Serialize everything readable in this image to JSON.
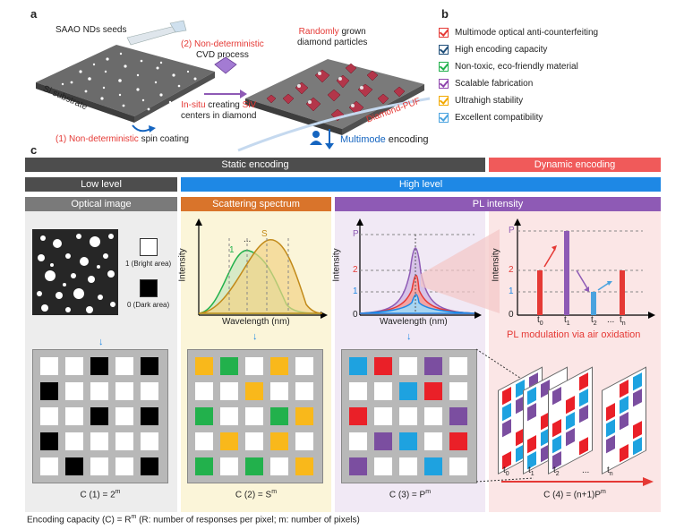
{
  "panel_a": {
    "letter": "a",
    "seeds_label": "SAAO NDs seeds",
    "substrate_label": "Si substrate",
    "step1_highlight": "(1) Non-deterministic",
    "step1_rest": " spin coating",
    "step2_highlight": "(2) Non-deterministic",
    "step2_rest": "CVD process",
    "insitu_highlight": "In-situ",
    "insitu_mid": " creating ",
    "insitu_siv": "SiV",
    "insitu_rest": "centers in diamond",
    "random_highlight": "Randomly",
    "random_mid": " grown",
    "random_rest": "diamond particles",
    "puf_label": "Diamond-PUF",
    "multimode_highlight": "Multimode",
    "multimode_rest": " encoding"
  },
  "panel_b": {
    "letter": "b",
    "items": [
      {
        "text": "Multimode optical anti-counterfeiting",
        "color": "#e53935"
      },
      {
        "text": "High encoding capacity",
        "color": "#1f4e79"
      },
      {
        "text": "Non-toxic, eco-friendly material",
        "color": "#22b14c"
      },
      {
        "text": "Scalable fabrication",
        "color": "#8e44ad"
      },
      {
        "text": "Ultrahigh stability",
        "color": "#f2a900"
      },
      {
        "text": "Excellent compatibility",
        "color": "#4aa3df"
      }
    ]
  },
  "panel_c": {
    "letter": "c",
    "static_label": "Static encoding",
    "dynamic_label": "Dynamic encoding",
    "low_level": "Low level",
    "high_level": "High level",
    "optical_image": "Optical image",
    "scattering_spectrum": "Scattering spectrum",
    "pl_intensity": "PL intensity",
    "bright_label": "1 (Bright area)",
    "dark_label": "0 (Dark area)",
    "intensity_axis": "Intensity",
    "wavelength_axis": "Wavelength (nm)",
    "spec_label_1": "1",
    "spec_label_s": "S",
    "spec_label_dots": "...",
    "pl_ticks": [
      "P",
      "2",
      "1",
      "0"
    ],
    "t_labels": [
      "t",
      "t",
      "t",
      "...",
      "t"
    ],
    "t_subs": [
      "0",
      "1",
      "2",
      "",
      "n"
    ],
    "pl_modulation": "PL modulation via air oxidation",
    "frame_t": [
      "t",
      "t",
      "t",
      "...",
      "t"
    ],
    "frame_subs": [
      "0",
      "1",
      "2",
      "",
      "n"
    ],
    "formula1_base": "C (1) = 2",
    "formula1_sup": "m",
    "formula2_base": "C (2) = S",
    "formula2_sup": "m",
    "formula3_base": "C (3) = P",
    "formula3_sup": "m",
    "formula4_base": "C (4) = (n+1)P",
    "formula4_sup": "m",
    "caption_base": "Encoding capacity (C) = R",
    "caption_sup": "m",
    "caption_rest": " (R: number of responses per pixel; m: number of pixels)"
  },
  "grids": {
    "binary": [
      [
        0,
        0,
        1,
        0,
        1
      ],
      [
        1,
        0,
        0,
        0,
        0
      ],
      [
        0,
        0,
        1,
        0,
        1
      ],
      [
        1,
        0,
        0,
        0,
        0
      ],
      [
        0,
        1,
        0,
        0,
        1
      ]
    ],
    "scatter": [
      [
        "Y",
        "G",
        "W",
        "Y",
        "W"
      ],
      [
        "W",
        "W",
        "Y",
        "W",
        "W"
      ],
      [
        "G",
        "W",
        "W",
        "G",
        "Y"
      ],
      [
        "W",
        "Y",
        "W",
        "Y",
        "W"
      ],
      [
        "G",
        "W",
        "G",
        "W",
        "Y"
      ]
    ],
    "pl": [
      [
        "B",
        "R",
        "W",
        "P",
        "W"
      ],
      [
        "W",
        "W",
        "B",
        "R",
        "W"
      ],
      [
        "R",
        "W",
        "W",
        "W",
        "P"
      ],
      [
        "W",
        "P",
        "B",
        "W",
        "R"
      ],
      [
        "P",
        "W",
        "W",
        "B",
        "W"
      ]
    ]
  },
  "colors": {
    "static_bar": "#4d4d4d",
    "dynamic_bar": "#f05a5a",
    "high_bar": "#1e88e5",
    "scattering_header": "#d9742b",
    "pl_header": "#8e5ab5",
    "red_text": "#e53935",
    "blue_text": "#1565c0"
  }
}
